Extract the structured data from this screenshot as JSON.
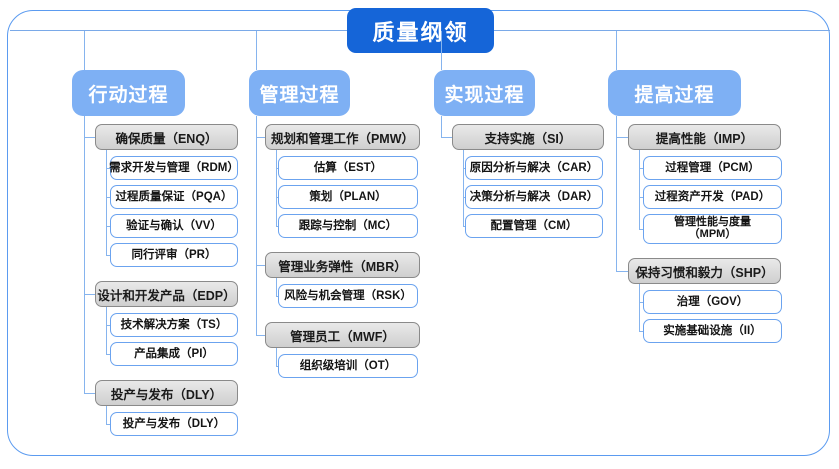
{
  "title": "质量纲领",
  "columns": [
    {
      "id": "action",
      "header": "行动过程",
      "groups": [
        {
          "label": "确保质量（ENQ）",
          "children": [
            "需求开发与管理（RDM）",
            "过程质量保证（PQA）",
            "验证与确认（VV）",
            "同行评审（PR）"
          ]
        },
        {
          "label": "设计和开发产品（EDP）",
          "children": [
            "技术解决方案（TS）",
            "产品集成（PI）"
          ]
        },
        {
          "label": "投产与发布（DLY）",
          "children": [
            "投产与发布（DLY）"
          ]
        }
      ]
    },
    {
      "id": "management",
      "header": "管理过程",
      "groups": [
        {
          "label": "规划和管理工作（PMW）",
          "children": [
            "估算（EST）",
            "策划（PLAN）",
            "跟踪与控制（MC）"
          ]
        },
        {
          "label": "管理业务弹性（MBR）",
          "children": [
            "风险与机会管理（RSK）"
          ]
        },
        {
          "label": "管理员工（MWF）",
          "children": [
            "组织级培训（OT）"
          ]
        }
      ]
    },
    {
      "id": "implementation",
      "header": "实现过程",
      "groups": [
        {
          "label": "支持实施（SI）",
          "children": [
            "原因分析与解决（CAR）",
            "决策分析与解决（DAR）",
            "配置管理（CM）"
          ]
        }
      ]
    },
    {
      "id": "improvement",
      "header": "提高过程",
      "groups": [
        {
          "label": "提高性能（IMP）",
          "children": [
            "过程管理（PCM）",
            "过程资产开发（PAD）",
            "管理性能与度量\n（MPM）"
          ]
        },
        {
          "label": "保持习惯和毅力（SHP）",
          "children": [
            "治理（GOV）",
            "实施基础设施（II）"
          ]
        }
      ]
    }
  ],
  "colors": {
    "title_bg": "#1565d8",
    "header_bg": "#7eb0f4",
    "group_border": "#8a8a8a",
    "group_bg": "#dcdcdc",
    "leaf_border": "#6ba3ef",
    "connector": "#86b4ee",
    "frame_border": "#5b9bf0"
  }
}
